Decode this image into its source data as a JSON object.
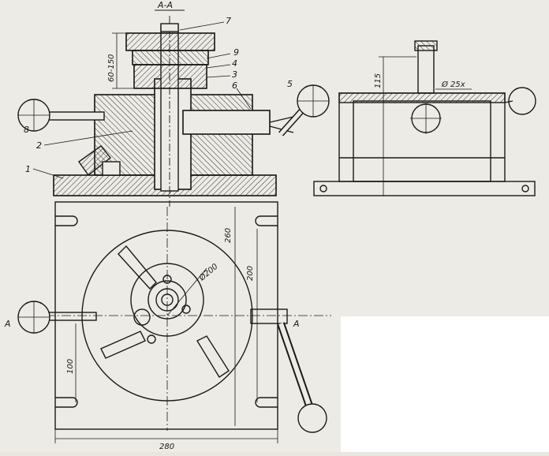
{
  "drawing": {
    "section_label": "A-A",
    "part_numbers": [
      "7",
      "9",
      "4",
      "3",
      "6",
      "5",
      "8",
      "2",
      "1"
    ],
    "section_marks": [
      "A",
      "A"
    ],
    "dimensions": {
      "height_range": "60-150",
      "side_height": "115",
      "pin_diameter": "Ø 25x",
      "face_diameter": "Ø200",
      "base_depth": "260",
      "bolt_span": "200",
      "handle_offset": "100",
      "base_width": "280"
    }
  },
  "colors": {
    "ink": "#1a1a1a",
    "paper": "#ecebe5",
    "hatch": "#333333"
  }
}
